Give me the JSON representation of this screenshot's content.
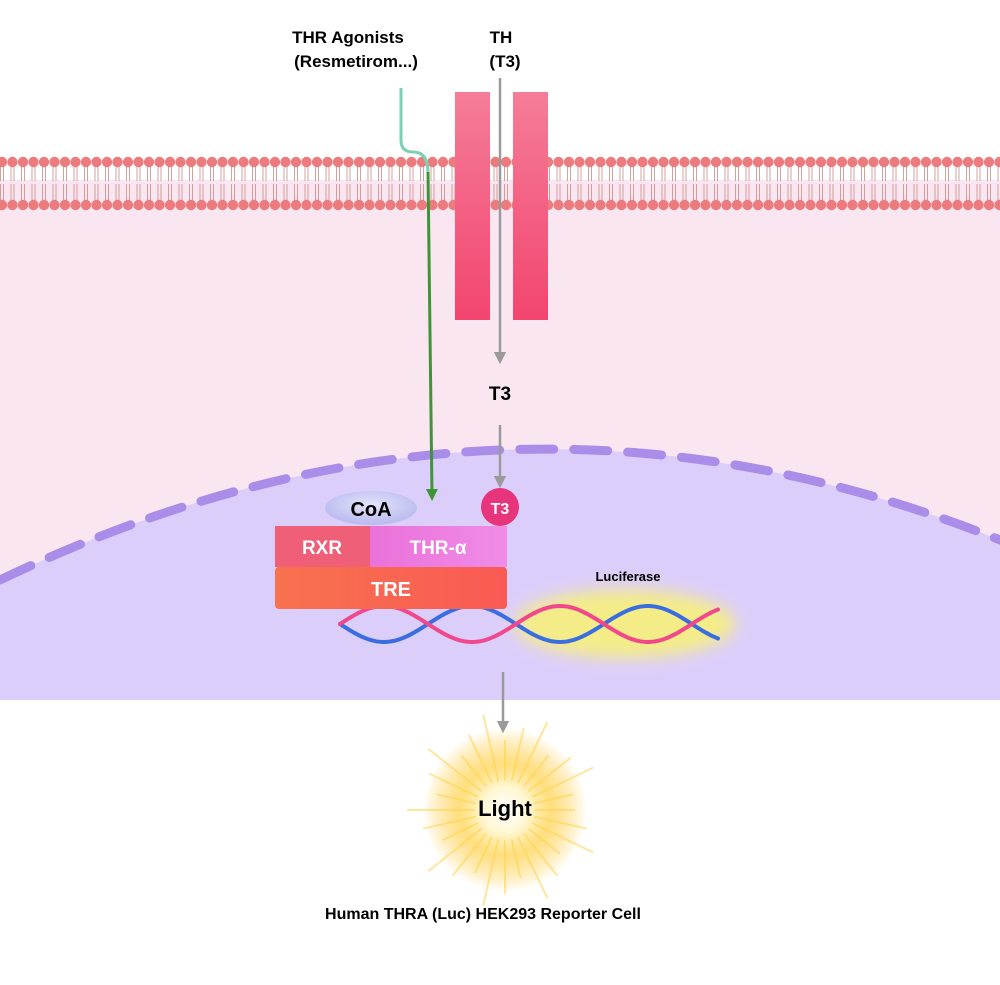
{
  "labels": {
    "agonist_line1": "THR Agonists",
    "agonist_line2": "(Resmetirom...)",
    "th_line1": "TH",
    "th_line2": "(T3)",
    "t3_cytoplasm": "T3",
    "coa": "CoA",
    "t3_bound": "T3",
    "rxr": "RXR",
    "thr_alpha": "THR-α",
    "tre": "TRE",
    "luciferase": "Luciferase",
    "light": "Light",
    "caption": "Human THRA (Luc) HEK293 Reporter Cell"
  },
  "colors": {
    "cytoplasm": "#f9e6f1",
    "nucleus": "#dccefb",
    "nuclear_envelope": "#a98de8",
    "lipid_head": "#ec7b7e",
    "transporter": "#f2456f",
    "agonist_arrow": "#3f9535",
    "agonist_tail": "#7cd2b0",
    "t3_arrow": "#9a9a9a",
    "coa": "#c6c7f3",
    "t3_badge": "#e8347a",
    "rxr": "#ef5f77",
    "thr_alpha": "#ee7ae0",
    "tre": "#f86a4d",
    "dna_pink": "#f0488a",
    "dna_blue": "#3a6de0",
    "luciferase_glow": "#f7f07a",
    "light_glow": "#fcb81c"
  }
}
